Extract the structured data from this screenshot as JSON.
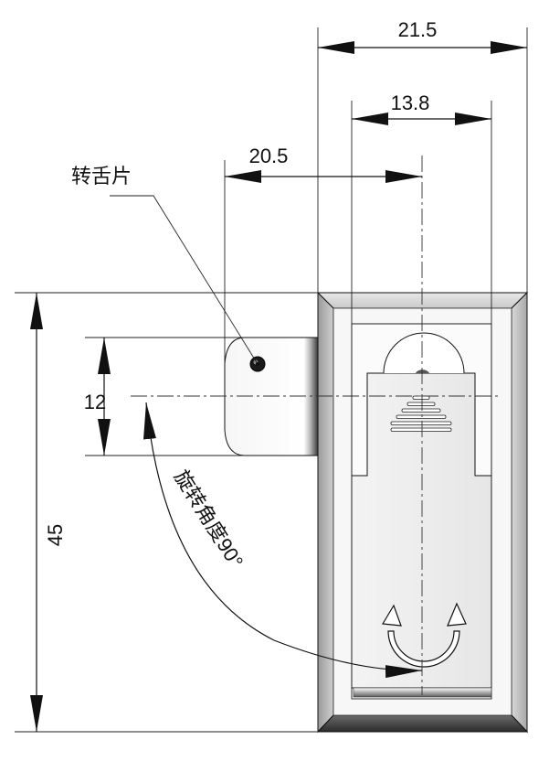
{
  "drawing": {
    "dimensions": {
      "overall_width": "21.5",
      "inner_width": "13.8",
      "tongue_offset": "20.5",
      "height": "45",
      "tongue_width": "12"
    },
    "labels": {
      "tongue": "转舌片",
      "rotation_angle": "旋转角度90°"
    }
  }
}
